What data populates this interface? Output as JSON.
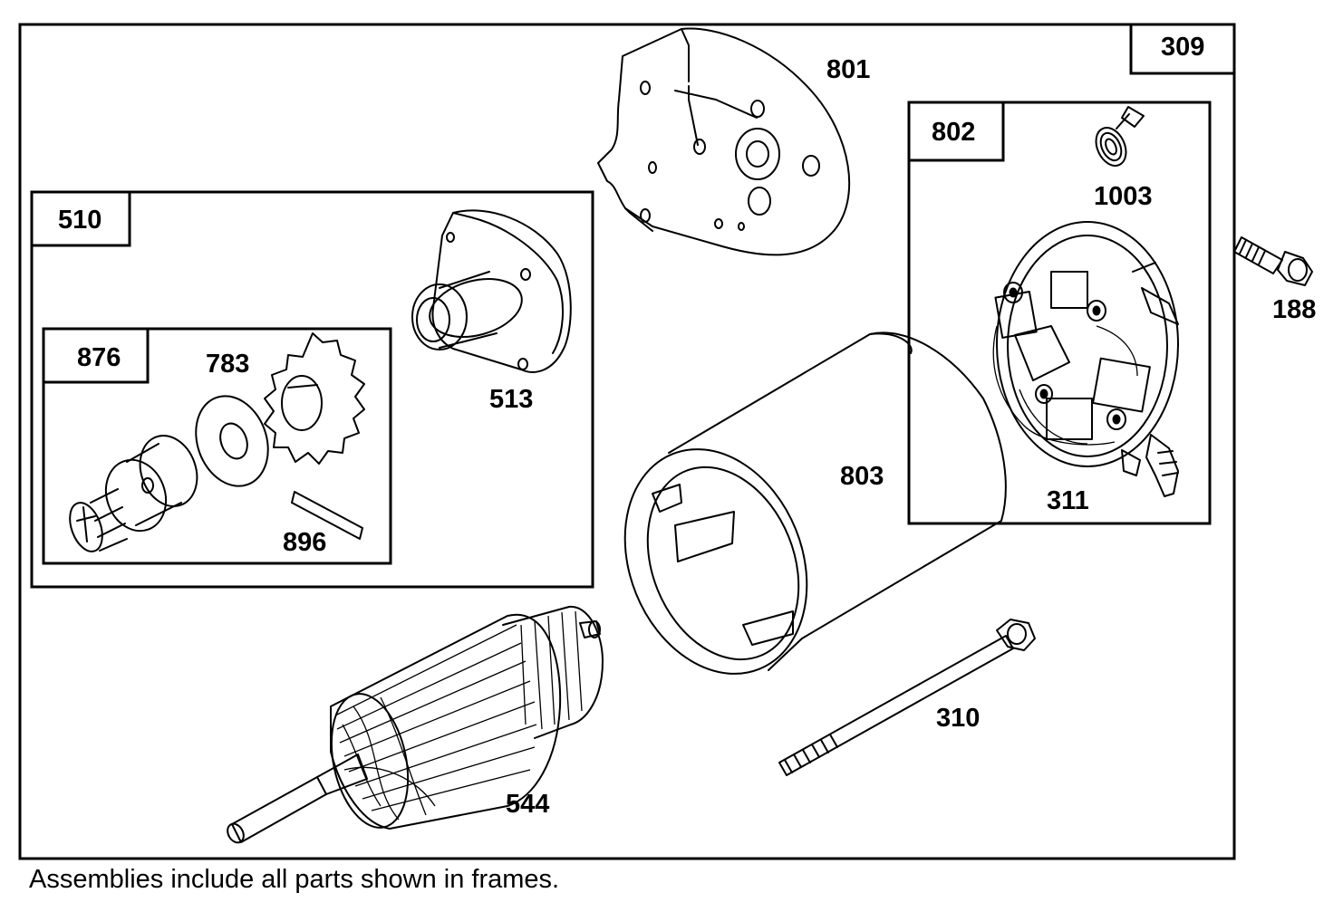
{
  "labels": {
    "p309": "309",
    "p801": "801",
    "p802": "802",
    "p1003": "1003",
    "p188": "188",
    "p510": "510",
    "p513": "513",
    "p876": "876",
    "p783": "783",
    "p896": "896",
    "p803": "803",
    "p311": "311",
    "p310": "310",
    "p544": "544"
  },
  "caption": "Assemblies include all parts shown in frames."
}
